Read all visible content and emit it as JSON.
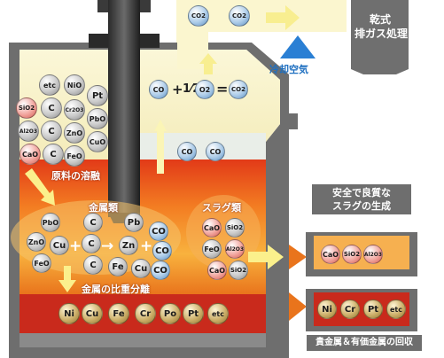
{
  "gas_out": {
    "co2_a": "CO2",
    "co2_b": "CO2",
    "dry_treatment": "乾式\n排ガス処理"
  },
  "cooling_air": "冷却空気",
  "reaction": {
    "co": "CO",
    "plus": "+",
    "half": "1⁄2",
    "o2": "O2",
    "equals": "=",
    "co2": "CO2"
  },
  "gas_zone": {
    "co1": "CO",
    "co2": "CO"
  },
  "raw_materials": {
    "balls": [
      "etc",
      "NiO",
      "Pt",
      "SiO2",
      "C",
      "Cr2O3",
      "PbO",
      "Al2O3",
      "C",
      "ZnO",
      "CuO",
      "CaO",
      "C",
      "FeO"
    ],
    "label": "原料の溶融"
  },
  "metals": {
    "title": "金属類",
    "row1": [
      "PbO",
      "C",
      "Pb"
    ],
    "co_a": "CO",
    "row2_left": [
      "ZnO",
      "Cu"
    ],
    "row2_mid": [
      "C",
      "Zn"
    ],
    "co_b": "CO",
    "row3": [
      "FeO",
      "C",
      "Fe",
      "Cu"
    ],
    "co_c": "CO",
    "ops": {
      "plus1": "+",
      "arrow": "→",
      "plus2": "+"
    }
  },
  "slag": {
    "title": "スラグ類",
    "balls": [
      "CaO",
      "SiO2",
      "FeO",
      "Al2O3",
      "CaO",
      "SiO2"
    ]
  },
  "separation_label": "金属の比重分離",
  "metal_layer": [
    "Ni",
    "Cu",
    "Fe",
    "Cr",
    "Po",
    "Pt",
    "etc"
  ],
  "slag_product": {
    "caption": "安全で良質な\nスラグの生成",
    "balls": [
      "CaO",
      "SiO2",
      "Al2O3"
    ]
  },
  "metal_product": {
    "balls": [
      "Ni",
      "Cr",
      "Pt",
      "etc"
    ],
    "caption": "貴金属＆有価金属の回収"
  },
  "colors": {
    "wall": "#6e6e6e",
    "molten_top": "#e94a1e",
    "molten_mid": "#f7b23a",
    "cream": "#faf4c8",
    "arrow": "#fbf08c",
    "accent_orange": "#e9741c"
  }
}
